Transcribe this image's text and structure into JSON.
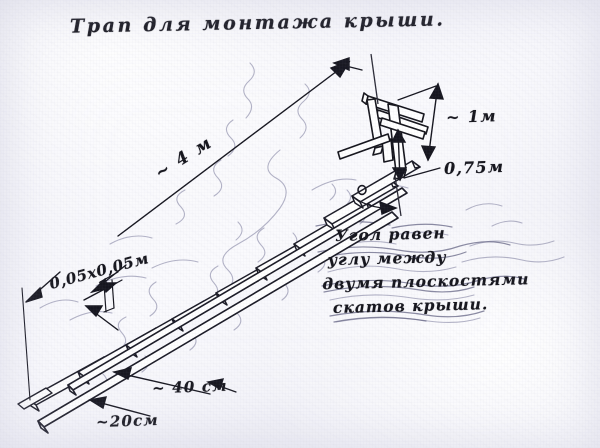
{
  "document": {
    "kind": "hand-drawn-technical-sketch",
    "title": "Трап для монтажа крыши.",
    "language": "ru",
    "paper_color": "#f6f6fa",
    "ink_color": "#15151c",
    "pencil_color": "#8d8da6"
  },
  "labels": {
    "ladder_length": "~ 4 м",
    "hook_height": "~ 1м",
    "hook_depth": "0,75м",
    "beam_section": "0,05х0,05м",
    "rung_overhang": "~ 40 см",
    "rung_spacing": "~20см"
  },
  "note": {
    "line1": "Угол равен",
    "line2": "углу между",
    "line3": "двумя плоскостями",
    "line4": "скатов крыши."
  },
  "drawing": {
    "elements": [
      "ladder-rail-upper",
      "ladder-rail-lower",
      "ladder-rungs",
      "ridge-hook-bracket",
      "ridge-vertical-line",
      "angle-arc-marker",
      "dimension-arrows",
      "pencil-shading-squiggles"
    ],
    "rung_count": 9,
    "angle_marker_symbol": "o"
  }
}
